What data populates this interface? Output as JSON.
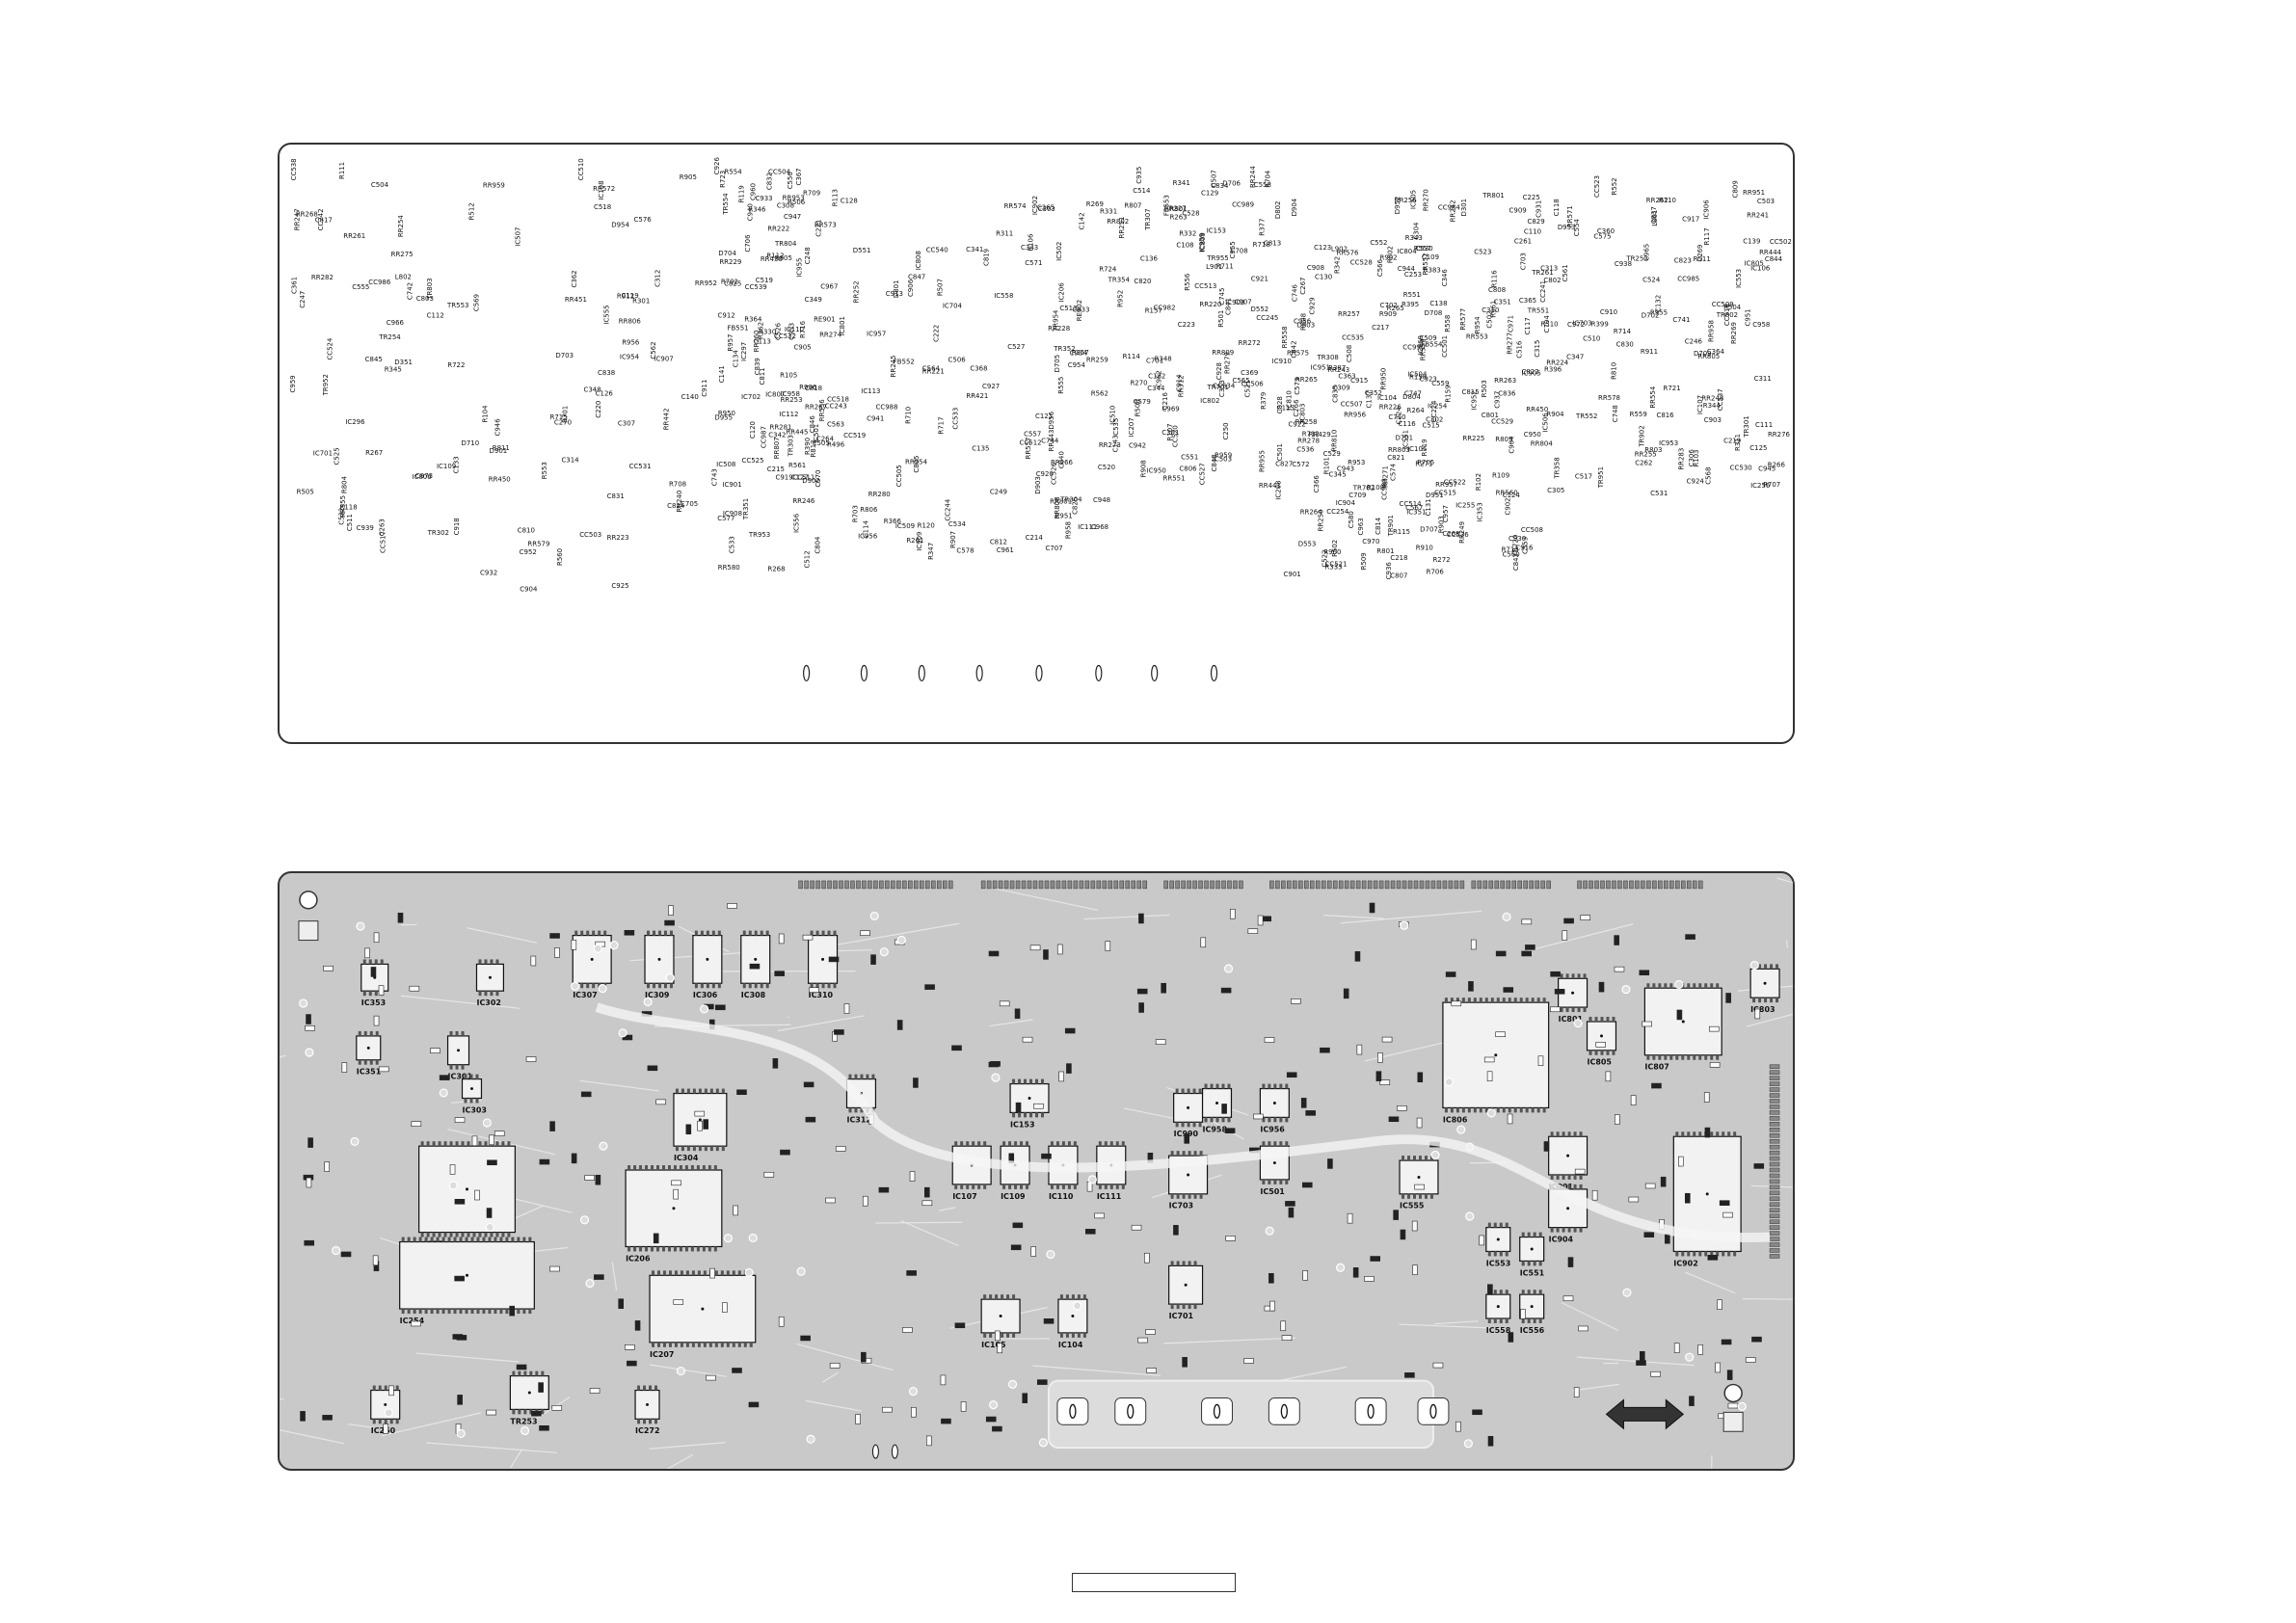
{
  "silkscreen_labels": [
    "RR451",
    "R496",
    "R366",
    "R379",
    "R395",
    "R383",
    "R311",
    "RR450",
    "R364",
    "R357",
    "R377",
    "R387",
    "R396",
    "R399",
    "R301",
    "R390",
    "R311",
    "RR312",
    "C363",
    "C315",
    "C360",
    "C361",
    "RR430",
    "RR421",
    "C353",
    "C352",
    "C351",
    "RR444",
    "RR442",
    "RR445",
    "RR443",
    "RR441",
    "RR429",
    "RR450",
    "TR358",
    "D351",
    "TR351",
    "TR352",
    "TR354",
    "IC351",
    "IC353",
    "C313",
    "C314",
    "C342",
    "C343",
    "C344",
    "C345",
    "C346",
    "C347",
    "C348",
    "C349",
    "C341",
    "R341",
    "R342",
    "R343",
    "R344",
    "R345",
    "R346",
    "R347",
    "R348",
    "C366",
    "C365",
    "C364",
    "C362",
    "C367",
    "C368",
    "C369",
    "C309",
    "C310",
    "C311",
    "C312",
    "R330",
    "R331",
    "R332",
    "R333",
    "C305",
    "C306",
    "C307",
    "C308",
    "C303",
    "C301",
    "C302",
    "C304",
    "TR301",
    "TR302",
    "TR303",
    "TR304",
    "TR307",
    "TR308",
    "D301",
    "RR283",
    "RR282",
    "RR281",
    "RR280",
    "RR279",
    "RR278",
    "RR277",
    "RR276",
    "RR275",
    "RR274",
    "RR273",
    "RR272",
    "RR271",
    "RR270",
    "RR269",
    "RR268",
    "RR267",
    "RR266",
    "RR265",
    "RR264",
    "RR263",
    "RR262",
    "RR261",
    "RR260",
    "RR259",
    "RR258",
    "RR257",
    "RR256",
    "RR255",
    "RR254",
    "RR253",
    "RR252",
    "RR251",
    "RR250",
    "RR249",
    "RR248",
    "RR247",
    "RR246",
    "RR245",
    "RR244",
    "RR243",
    "RR242",
    "RR241",
    "RR240",
    "RR229",
    "RR228",
    "RR227",
    "RR226",
    "RR225",
    "RR224",
    "RR223",
    "RR222",
    "RR221",
    "RR220",
    "IC254",
    "IC255",
    "IC256",
    "IC296",
    "IC297",
    "IC206",
    "IC207",
    "IC208",
    "TR261",
    "TR253",
    "TR254",
    "C215",
    "C214",
    "C216",
    "C217",
    "C218",
    "C219",
    "C220",
    "C221",
    "C222",
    "C223",
    "C224",
    "C225",
    "CC241",
    "CC242",
    "CC243",
    "CC244",
    "CC245",
    "CC254",
    "CC224",
    "C246",
    "C247",
    "C248",
    "C249",
    "C250",
    "C253",
    "C261",
    "C262",
    "C263",
    "C264",
    "C265",
    "C266",
    "C267",
    "C268",
    "C269",
    "C270",
    "R262",
    "R261",
    "R263",
    "R264",
    "R265",
    "R266",
    "R267",
    "R268",
    "R269",
    "R270",
    "R271",
    "R272",
    "IC107",
    "IC109",
    "IC110",
    "IC111",
    "IC153",
    "IC104",
    "IC105",
    "IC106",
    "IC108",
    "IC112",
    "IC113",
    "C108",
    "C109",
    "C110",
    "C111",
    "C112",
    "C113",
    "C114",
    "C115",
    "C116",
    "C117",
    "C118",
    "C119",
    "C120",
    "C121",
    "C122",
    "C123",
    "C124",
    "C125",
    "C126",
    "C127",
    "C128",
    "C129",
    "C130",
    "C131",
    "C132",
    "C133",
    "C134",
    "C135",
    "C136",
    "C137",
    "C138",
    "C139",
    "C140",
    "C141",
    "C142",
    "C143",
    "R101",
    "R102",
    "R103",
    "R104",
    "R105",
    "R106",
    "R107",
    "R108",
    "R109",
    "R110",
    "R111",
    "R112",
    "R113",
    "R114",
    "R115",
    "R116",
    "R117",
    "R118",
    "R119",
    "R120",
    "R157",
    "R158",
    "R159",
    "IC703",
    "IC701",
    "IC702",
    "IC704",
    "C701",
    "C702",
    "C703",
    "C704",
    "C705",
    "C706",
    "C707",
    "C708",
    "C709",
    "C710",
    "C741",
    "C742",
    "C743",
    "C744",
    "C745",
    "C746",
    "C747",
    "C748",
    "R701",
    "R702",
    "R703",
    "R704",
    "R705",
    "R706",
    "R707",
    "R708",
    "R709",
    "R710",
    "R711",
    "R712",
    "R713",
    "R714",
    "R715",
    "R716",
    "R717",
    "R718",
    "R719",
    "R720",
    "R721",
    "R722",
    "R723",
    "R724",
    "TR701",
    "TR702",
    "D701",
    "D702",
    "D703",
    "D704",
    "D705",
    "D706",
    "D707",
    "D708",
    "D709",
    "D710",
    "IC958",
    "IC956",
    "IC950",
    "IC951",
    "IC952",
    "IC953",
    "IC954",
    "IC955",
    "IC957",
    "IC959",
    "IC960",
    "C950",
    "C951",
    "C952",
    "C953",
    "C954",
    "C955",
    "C956",
    "C957",
    "C958",
    "C959",
    "C960",
    "C961",
    "C962",
    "C963",
    "C964",
    "C965",
    "C966",
    "C967",
    "C968",
    "C969",
    "C970",
    "C971",
    "C972",
    "C973",
    "R950",
    "R951",
    "R952",
    "R953",
    "R954",
    "R955",
    "R956",
    "R957",
    "R958",
    "R959",
    "R960",
    "R961",
    "TR951",
    "TR952",
    "TR953",
    "TR954",
    "TR955",
    "D951",
    "D952",
    "D953",
    "D954",
    "D955",
    "D956",
    "CC982",
    "CC983",
    "CC984",
    "CC985",
    "CC986",
    "CC987",
    "CC988",
    "CC989",
    "CC990",
    "RR950",
    "RR951",
    "RR952",
    "RR953",
    "RR954",
    "RR955",
    "RR956",
    "RR957",
    "RR958",
    "RR959",
    "IC501",
    "IC502",
    "IC503",
    "IC504",
    "IC505",
    "IC506",
    "IC507",
    "IC508",
    "IC509",
    "IC510",
    "C501",
    "C502",
    "C503",
    "C504",
    "C505",
    "C506",
    "C507",
    "C508",
    "C509",
    "C510",
    "C511",
    "C512",
    "C513",
    "C514",
    "C515",
    "C516",
    "C517",
    "C518",
    "C519",
    "C520",
    "C521",
    "C522",
    "C523",
    "C524",
    "C525",
    "C526",
    "C527",
    "C528",
    "C529",
    "C530",
    "C531",
    "C532",
    "C533",
    "C534",
    "C535",
    "C536",
    "CC501",
    "CC502",
    "CC503",
    "CC504",
    "CC505",
    "CC506",
    "CC507",
    "CC508",
    "CC509",
    "CC510",
    "CC511",
    "CC512",
    "CC513",
    "CC514",
    "CC515",
    "CC516",
    "CC517",
    "CC518",
    "CC519",
    "CC520",
    "CC521",
    "CC522",
    "CC523",
    "CC524",
    "CC525",
    "CC526",
    "CC527",
    "CC528",
    "CC529",
    "CC530",
    "CC531",
    "CC532",
    "CC533",
    "CC534",
    "CC535",
    "CC536",
    "CC537",
    "CC538",
    "CC539",
    "CC540",
    "R501",
    "R502",
    "R503",
    "R504",
    "R505",
    "R506",
    "R507",
    "R508",
    "R509",
    "R510",
    "R511",
    "R512",
    "FB551",
    "FB552",
    "FB553",
    "FB554",
    "TR551",
    "TR552",
    "TR553",
    "TR554",
    "D551",
    "D552",
    "D553",
    "IC551",
    "IC553",
    "IC555",
    "IC556",
    "IC558",
    "C551",
    "C552",
    "C553",
    "C554",
    "C555",
    "C556",
    "C557",
    "C558",
    "C559",
    "C560",
    "C561",
    "C562",
    "C563",
    "C564",
    "C565",
    "C566",
    "C567",
    "C568",
    "C569",
    "C570",
    "C571",
    "C572",
    "C573",
    "C574",
    "C575",
    "C576",
    "C577",
    "C578",
    "C579",
    "C580",
    "R551",
    "R552",
    "R553",
    "R554",
    "R555",
    "R556",
    "R557",
    "R558",
    "R559",
    "R560",
    "R561",
    "R562",
    "RR551",
    "RR552",
    "RR553",
    "RR554",
    "RR555",
    "RR556",
    "RR557",
    "RR558",
    "RR559",
    "RR560",
    "RR571",
    "RR572",
    "RR573",
    "RR574",
    "RR575",
    "RR576",
    "RR577",
    "RR578",
    "RR579",
    "RR580",
    "IC801",
    "IC802",
    "IC803",
    "IC804",
    "IC805",
    "IC806",
    "IC807",
    "IC808",
    "IC809",
    "IC810",
    "C801",
    "C802",
    "C803",
    "C804",
    "C805",
    "C806",
    "C807",
    "C808",
    "C809",
    "C810",
    "C811",
    "C812",
    "C813",
    "C814",
    "C815",
    "C816",
    "C817",
    "C818",
    "C819",
    "C820",
    "C821",
    "C822",
    "C823",
    "C824",
    "C825",
    "C826",
    "C827",
    "C828",
    "C829",
    "C830",
    "C831",
    "C832",
    "C833",
    "C834",
    "C835",
    "C836",
    "C837",
    "C838",
    "C839",
    "C840",
    "C841",
    "C842",
    "C843",
    "C844",
    "C845",
    "C846",
    "C847",
    "C848",
    "R801",
    "R802",
    "R803",
    "R804",
    "R805",
    "R806",
    "R807",
    "R808",
    "R809",
    "R810",
    "R811",
    "R812",
    "RR801",
    "RR802",
    "RR803",
    "RR804",
    "RR805",
    "RR806",
    "RR807",
    "RR808",
    "RR809",
    "RR810",
    "TR801",
    "TR802",
    "TR803",
    "TR804",
    "D801",
    "D802",
    "D803",
    "D804",
    "L801",
    "L802",
    "IC901",
    "IC902",
    "IC903",
    "IC904",
    "IC905",
    "IC906",
    "IC907",
    "IC908",
    "IC909",
    "IC910",
    "C901",
    "C902",
    "C903",
    "C904",
    "C905",
    "C906",
    "C907",
    "C908",
    "C909",
    "C910",
    "C911",
    "C912",
    "C913",
    "C914",
    "C915",
    "C916",
    "C917",
    "C918",
    "C919",
    "C920",
    "C921",
    "C922",
    "C923",
    "C924",
    "C925",
    "C926",
    "C927",
    "C928",
    "C929",
    "C930",
    "C931",
    "C932",
    "C933",
    "C934",
    "C935",
    "C936",
    "C937",
    "C938",
    "C939",
    "C940",
    "C941",
    "C942",
    "C943",
    "C944",
    "C945",
    "C946",
    "C947",
    "C948",
    "R901",
    "R902",
    "R903",
    "R904",
    "R905",
    "R906",
    "R907",
    "R908",
    "R909",
    "R910",
    "R911",
    "R912",
    "RE901",
    "RE902",
    "L901",
    "L902",
    "TR901",
    "TR902",
    "D901",
    "D902",
    "D903",
    "D904"
  ],
  "copper_ic_labels": [
    "IC353",
    "IC302",
    "IC307",
    "IC309",
    "IC306",
    "IC308",
    "IC310",
    "IC301",
    "IC303",
    "IC351",
    "IC304",
    "IC312",
    "IC255",
    "IC206",
    "IC254",
    "IC207",
    "IC260",
    "TR253",
    "IC272",
    "IC153",
    "IC107",
    "IC109",
    "IC110",
    "IC111",
    "IC105",
    "IC104",
    "IC990",
    "IC958",
    "IC956",
    "IC501",
    "IC703",
    "IC701",
    "IC555",
    "IC553",
    "IC551",
    "IC558",
    "IC556",
    "IC806",
    "IC801",
    "IC807",
    "IC803",
    "IC805",
    "IC901",
    "IC904",
    "IC902"
  ],
  "footer_box_text": ""
}
